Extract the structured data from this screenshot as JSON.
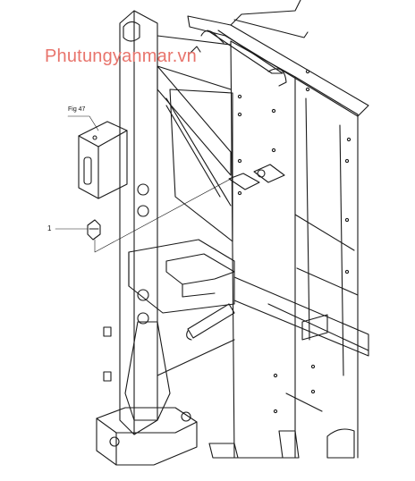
{
  "watermark": {
    "text": "Phutungyanmar.vn",
    "color": "#e8746c"
  },
  "labels": {
    "figure_ref": "Fig 47",
    "callout_1": "1"
  },
  "colors": {
    "line": "#1a1a1a",
    "paper": "#ffffff"
  }
}
